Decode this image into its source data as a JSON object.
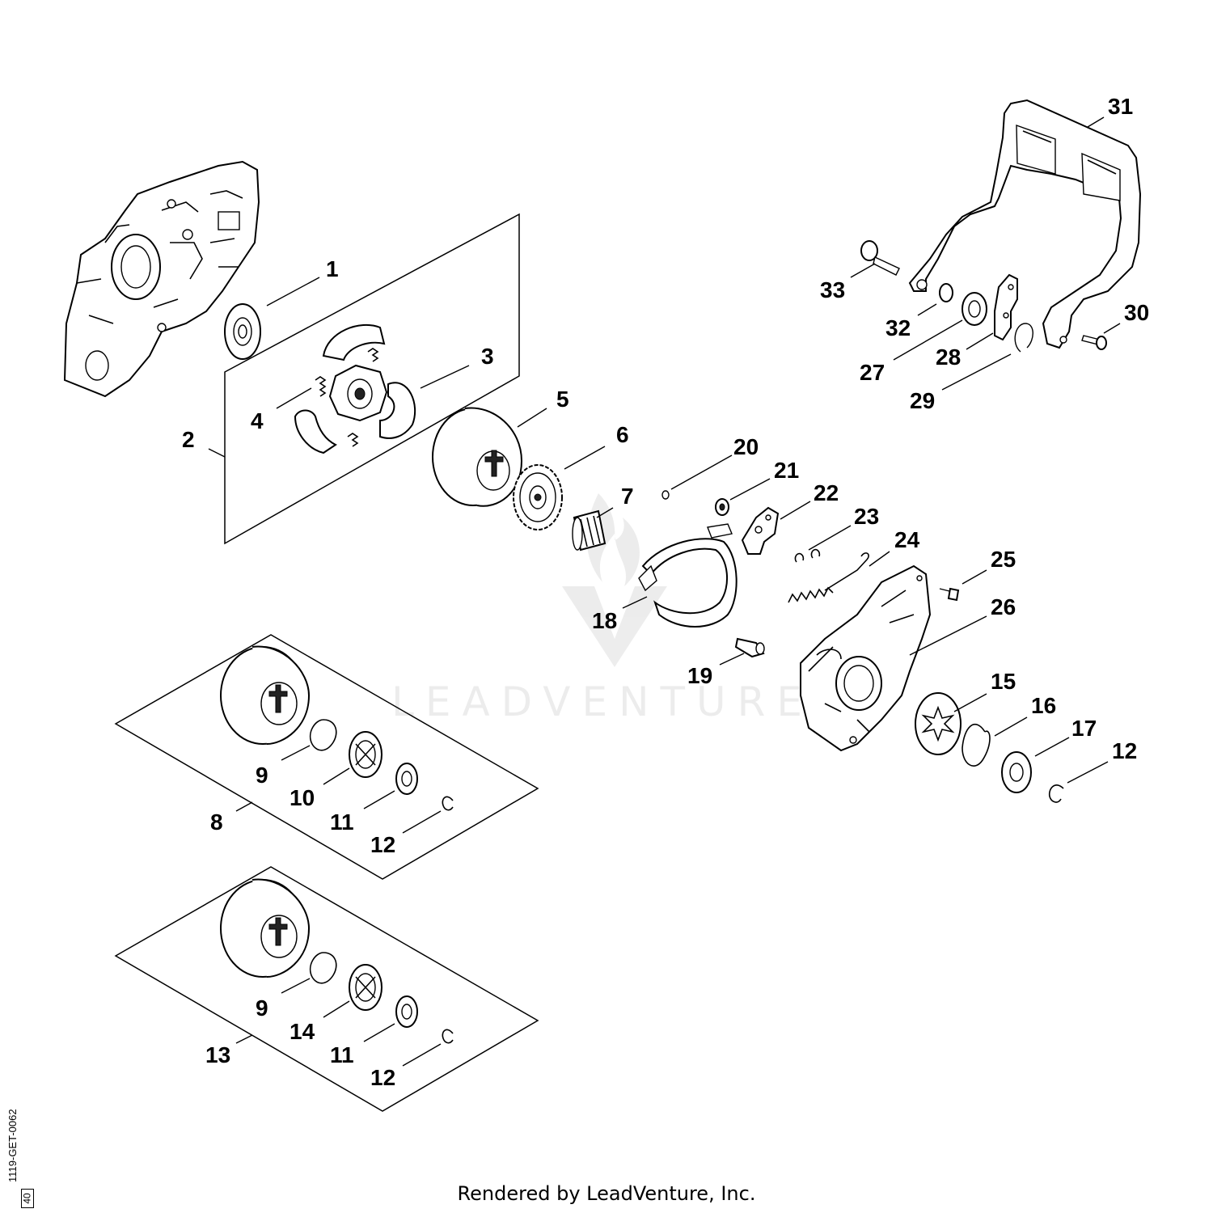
{
  "callouts": [
    {
      "id": "1",
      "label": "1"
    },
    {
      "id": "2",
      "label": "2"
    },
    {
      "id": "3",
      "label": "3"
    },
    {
      "id": "4",
      "label": "4"
    },
    {
      "id": "5",
      "label": "5"
    },
    {
      "id": "6",
      "label": "6"
    },
    {
      "id": "7",
      "label": "7"
    },
    {
      "id": "8",
      "label": "8"
    },
    {
      "id": "9a",
      "label": "9"
    },
    {
      "id": "10",
      "label": "10"
    },
    {
      "id": "11a",
      "label": "11"
    },
    {
      "id": "12a",
      "label": "12"
    },
    {
      "id": "13",
      "label": "13"
    },
    {
      "id": "9b",
      "label": "9"
    },
    {
      "id": "14",
      "label": "14"
    },
    {
      "id": "11b",
      "label": "11"
    },
    {
      "id": "12b",
      "label": "12"
    },
    {
      "id": "15",
      "label": "15"
    },
    {
      "id": "16",
      "label": "16"
    },
    {
      "id": "17",
      "label": "17"
    },
    {
      "id": "12c",
      "label": "12"
    },
    {
      "id": "18",
      "label": "18"
    },
    {
      "id": "19",
      "label": "19"
    },
    {
      "id": "20",
      "label": "20"
    },
    {
      "id": "21",
      "label": "21"
    },
    {
      "id": "22",
      "label": "22"
    },
    {
      "id": "23",
      "label": "23"
    },
    {
      "id": "24",
      "label": "24"
    },
    {
      "id": "25",
      "label": "25"
    },
    {
      "id": "26",
      "label": "26"
    },
    {
      "id": "27",
      "label": "27"
    },
    {
      "id": "28",
      "label": "28"
    },
    {
      "id": "29",
      "label": "29"
    },
    {
      "id": "30",
      "label": "30"
    },
    {
      "id": "31",
      "label": "31"
    },
    {
      "id": "32",
      "label": "32"
    },
    {
      "id": "33",
      "label": "33"
    }
  ],
  "watermark": {
    "text": "LEADVENTURE"
  },
  "footer": {
    "credit": "Rendered by LeadVenture, Inc."
  },
  "drawing_code": {
    "code": "1119-GET-0062",
    "page": "40"
  }
}
